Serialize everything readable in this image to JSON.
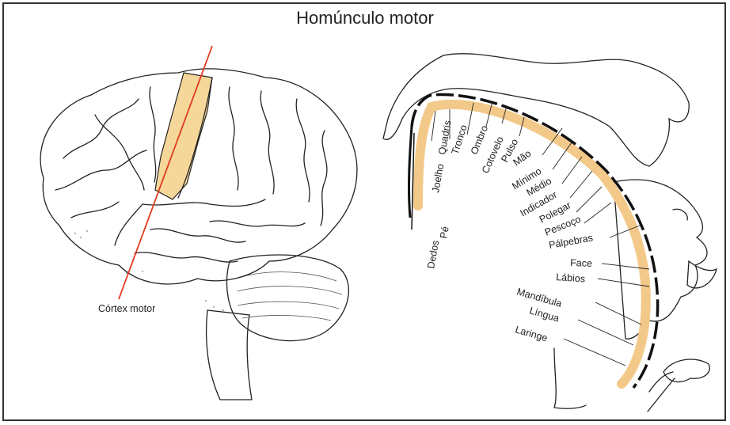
{
  "title": "Homúnculo motor",
  "cortex_label": "Córtex motor",
  "colors": {
    "motor_cortex": "#f6d79a",
    "cut_line": "#e23a1f",
    "strip": "#f3c98a"
  },
  "body_parts": [
    "Dedos",
    "Pé",
    "Joelho",
    "Quadris",
    "Tronco",
    "Ombro",
    "Cotovelo",
    "Pulso",
    "Mão",
    "Mínimo",
    "Médio",
    "Indicador",
    "Polegar",
    "Pescoço",
    "Pálpebras",
    "Face",
    "Lábios",
    "Mandíbula",
    "Língua",
    "Laringe"
  ]
}
